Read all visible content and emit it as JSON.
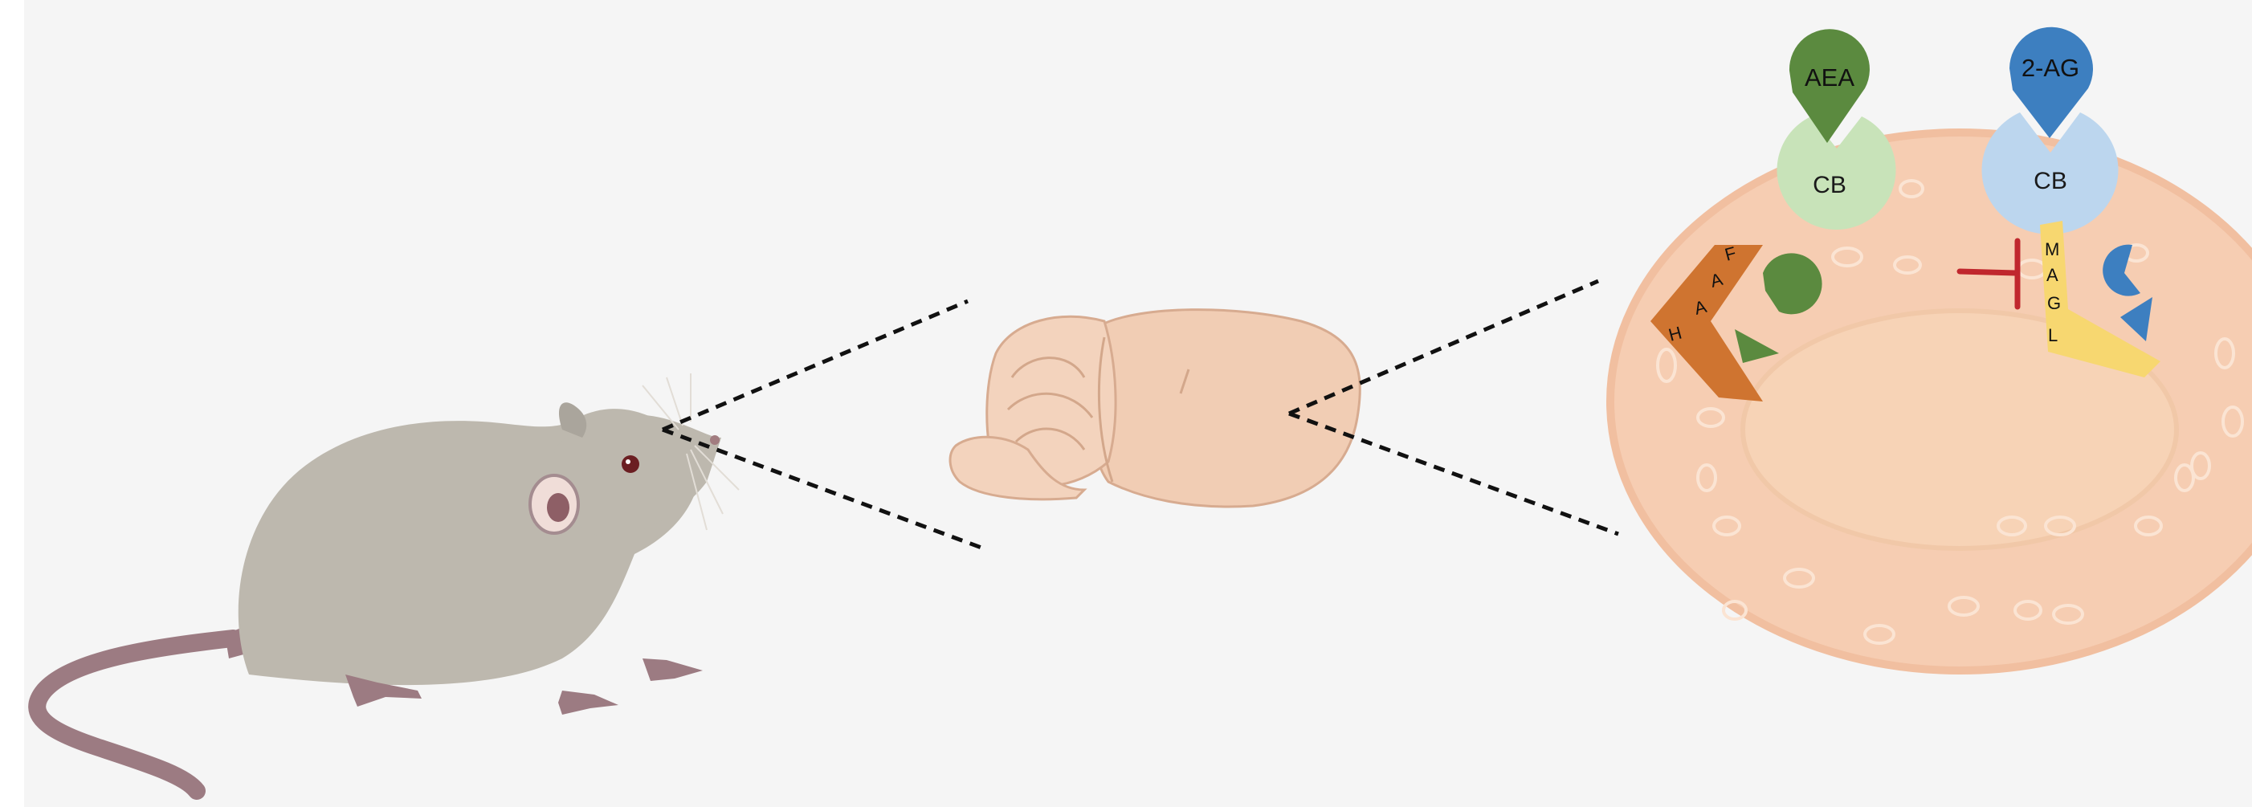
{
  "diagram": {
    "ligands": {
      "aea": {
        "label": "AEA"
      },
      "two_ag": {
        "label": "2-AG"
      }
    },
    "receptors": {
      "left": {
        "label": "CB"
      },
      "right": {
        "label": "CB"
      }
    },
    "enzymes": {
      "faah": {
        "letters": [
          "F",
          "A",
          "A",
          "H"
        ]
      },
      "magl": {
        "letters": [
          "M",
          "A",
          "G",
          "L"
        ]
      }
    },
    "colors": {
      "background": "#f5f5f5",
      "aea_green": "#5b8a3f",
      "receptor_green": "#c8e3b9",
      "two_ag_blue": "#3d7fc0",
      "receptor_blue": "#bcd6ee",
      "faah_orange": "#cf7430",
      "magl_yellow": "#f7d770",
      "inhibit_red": "#c0272d",
      "cell_pink": "#f6cdb2",
      "brain_pink": "#f1cdb4",
      "rat_gray": "#bdb8ae",
      "tail_mauve": "#9c7b82"
    }
  }
}
